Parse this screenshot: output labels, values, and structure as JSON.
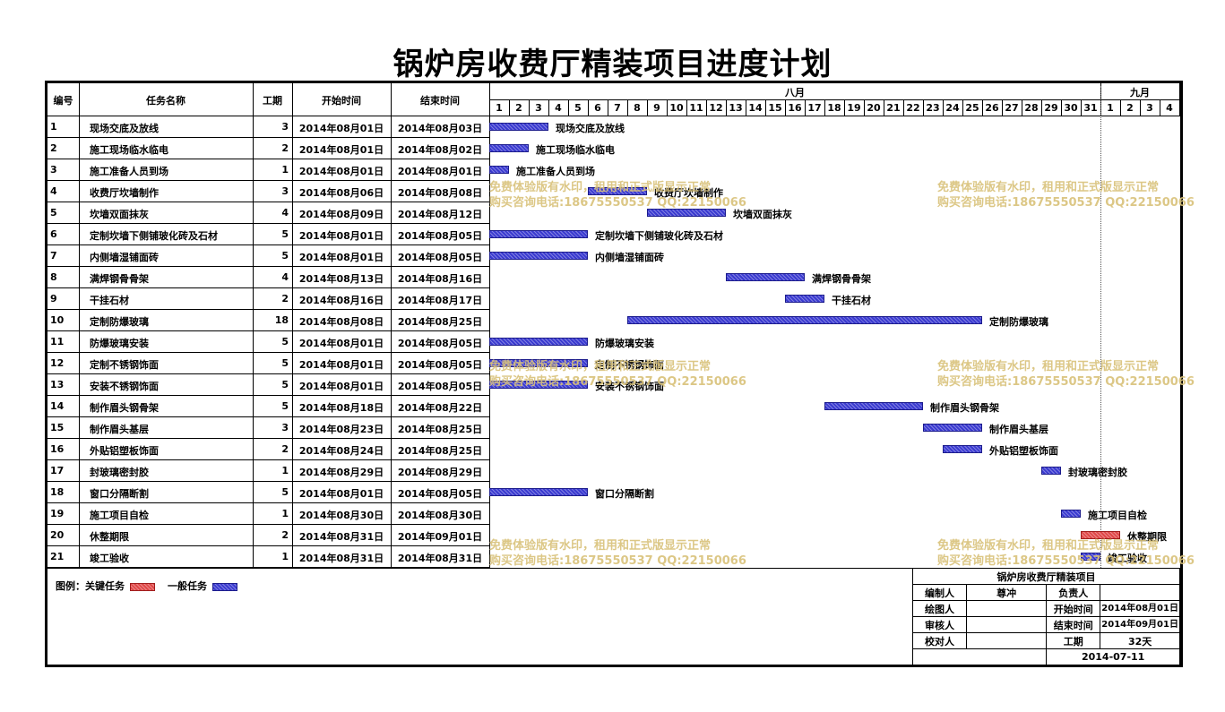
{
  "title": "锅炉房收费厅精装项目进度计划",
  "headers": {
    "id": "编号",
    "name": "任务名称",
    "duration": "工期",
    "start": "开始时间",
    "end": "结束时间",
    "month1": "八月",
    "month2": "九月"
  },
  "days_month1": 31,
  "days_month2": 4,
  "chart_data": {
    "type": "bar",
    "xlabel": "",
    "ylabel": "",
    "tasks": [
      {
        "id": "1",
        "name": "现场交底及放线",
        "duration": "3",
        "start": "2014年08月01日",
        "end": "2014年08月03日",
        "s": 1,
        "d": 3,
        "critical": false
      },
      {
        "id": "2",
        "name": "施工现场临水临电",
        "duration": "2",
        "start": "2014年08月01日",
        "end": "2014年08月02日",
        "s": 1,
        "d": 2,
        "critical": false
      },
      {
        "id": "3",
        "name": "施工准备人员到场",
        "duration": "1",
        "start": "2014年08月01日",
        "end": "2014年08月01日",
        "s": 1,
        "d": 1,
        "critical": false
      },
      {
        "id": "4",
        "name": "收费厅坎墙制作",
        "duration": "3",
        "start": "2014年08月06日",
        "end": "2014年08月08日",
        "s": 6,
        "d": 3,
        "critical": false
      },
      {
        "id": "5",
        "name": "坎墙双面抹灰",
        "duration": "4",
        "start": "2014年08月09日",
        "end": "2014年08月12日",
        "s": 9,
        "d": 4,
        "critical": false
      },
      {
        "id": "6",
        "name": "定制坎墙下侧铺玻化砖及石材",
        "duration": "5",
        "start": "2014年08月01日",
        "end": "2014年08月05日",
        "s": 1,
        "d": 5,
        "critical": false
      },
      {
        "id": "7",
        "name": "内侧墙湿铺面砖",
        "duration": "5",
        "start": "2014年08月01日",
        "end": "2014年08月05日",
        "s": 1,
        "d": 5,
        "critical": false
      },
      {
        "id": "8",
        "name": "满焊钢骨骨架",
        "duration": "4",
        "start": "2014年08月13日",
        "end": "2014年08月16日",
        "s": 13,
        "d": 4,
        "critical": false
      },
      {
        "id": "9",
        "name": "干挂石材",
        "duration": "2",
        "start": "2014年08月16日",
        "end": "2014年08月17日",
        "s": 16,
        "d": 2,
        "critical": false
      },
      {
        "id": "10",
        "name": "定制防爆玻璃",
        "duration": "18",
        "start": "2014年08月08日",
        "end": "2014年08月25日",
        "s": 8,
        "d": 18,
        "critical": false
      },
      {
        "id": "11",
        "name": "防爆玻璃安装",
        "duration": "5",
        "start": "2014年08月01日",
        "end": "2014年08月05日",
        "s": 1,
        "d": 5,
        "critical": false
      },
      {
        "id": "12",
        "name": "定制不锈钢饰面",
        "duration": "5",
        "start": "2014年08月01日",
        "end": "2014年08月05日",
        "s": 1,
        "d": 5,
        "critical": false
      },
      {
        "id": "13",
        "name": "安装不锈钢饰面",
        "duration": "5",
        "start": "2014年08月01日",
        "end": "2014年08月05日",
        "s": 1,
        "d": 5,
        "critical": false
      },
      {
        "id": "14",
        "name": "制作眉头钢骨架",
        "duration": "5",
        "start": "2014年08月18日",
        "end": "2014年08月22日",
        "s": 18,
        "d": 5,
        "critical": false
      },
      {
        "id": "15",
        "name": "制作眉头基层",
        "duration": "3",
        "start": "2014年08月23日",
        "end": "2014年08月25日",
        "s": 23,
        "d": 3,
        "critical": false
      },
      {
        "id": "16",
        "name": "外贴铝塑板饰面",
        "duration": "2",
        "start": "2014年08月24日",
        "end": "2014年08月25日",
        "s": 24,
        "d": 2,
        "critical": false
      },
      {
        "id": "17",
        "name": "封玻璃密封胶",
        "duration": "1",
        "start": "2014年08月29日",
        "end": "2014年08月29日",
        "s": 29,
        "d": 1,
        "critical": false
      },
      {
        "id": "18",
        "name": "窗口分隔断割",
        "duration": "5",
        "start": "2014年08月01日",
        "end": "2014年08月05日",
        "s": 1,
        "d": 5,
        "critical": false
      },
      {
        "id": "19",
        "name": "施工项目自检",
        "duration": "1",
        "start": "2014年08月30日",
        "end": "2014年08月30日",
        "s": 30,
        "d": 1,
        "critical": false
      },
      {
        "id": "20",
        "name": "休整期限",
        "duration": "2",
        "start": "2014年08月31日",
        "end": "2014年09月01日",
        "s": 31,
        "d": 2,
        "critical": true
      },
      {
        "id": "21",
        "name": "竣工验收",
        "duration": "1",
        "start": "2014年08月31日",
        "end": "2014年08月31日",
        "s": 31,
        "d": 1,
        "critical": false
      }
    ]
  },
  "legend": {
    "label": "图例：",
    "critical": "关键任务",
    "normal": "一般任务"
  },
  "info": {
    "project": "锅炉房收费厅精装项目",
    "compiler_label": "编制人",
    "compiler": "尊冲",
    "owner_label": "负责人",
    "drafter_label": "绘图人",
    "start_label": "开始时间",
    "start": "2014年08月01日",
    "reviewer_label": "审核人",
    "end_label": "结束时间",
    "end": "2014年09月01日",
    "checker_label": "校对人",
    "duration_label": "工期",
    "duration": "32天",
    "date": "2014-07-11"
  },
  "watermark": {
    "line1": "免费体验版有水印，租用和正式版显示正常",
    "line2": "购买咨询电话:18675550537 QQ:22150066"
  },
  "colors": {
    "normal": "#3a3ad0",
    "critical": "#e04848",
    "watermark": "#d9c27a"
  }
}
